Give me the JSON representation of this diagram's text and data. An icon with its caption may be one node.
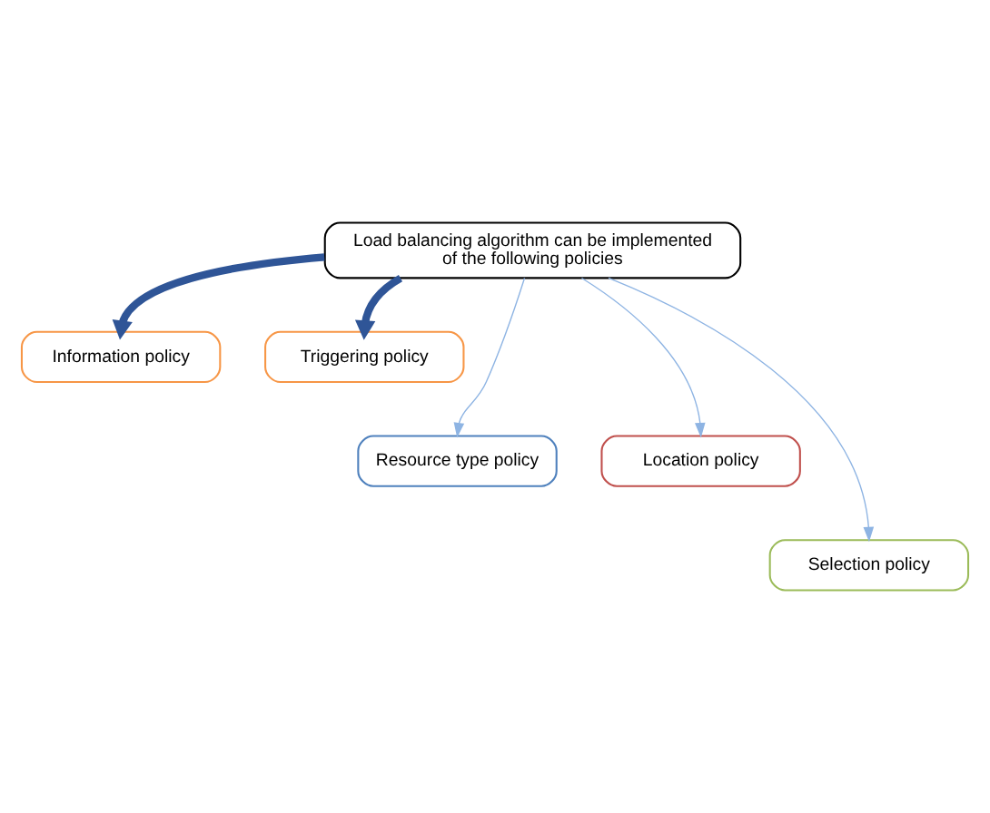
{
  "diagram": {
    "nodes": [
      {
        "text": [
          "Load balancing algorithm can be implemented of the following policies"
        ]
      },
      {
        "text": [
          "Information policy"
        ]
      },
      {
        "text": [
          "Triggering policy"
        ]
      },
      {
        "text": [
          "Resource type policy"
        ]
      },
      {
        "text": [
          "Location policy"
        ]
      },
      {
        "text": [
          "Selection policy"
        ]
      }
    ],
    "edges": [
      {
        "from": 0,
        "to": 1,
        "arrow": "to",
        "style": "thick",
        "color": "#2f5597"
      },
      {
        "from": 0,
        "to": 2,
        "arrow": "to",
        "style": "thick",
        "color": "#2f5597"
      },
      {
        "from": 0,
        "to": 3,
        "arrow": "to"
      },
      {
        "from": 0,
        "to": 4,
        "arrow": "to"
      },
      {
        "from": 0,
        "to": 5,
        "arrow": "to"
      }
    ]
  }
}
